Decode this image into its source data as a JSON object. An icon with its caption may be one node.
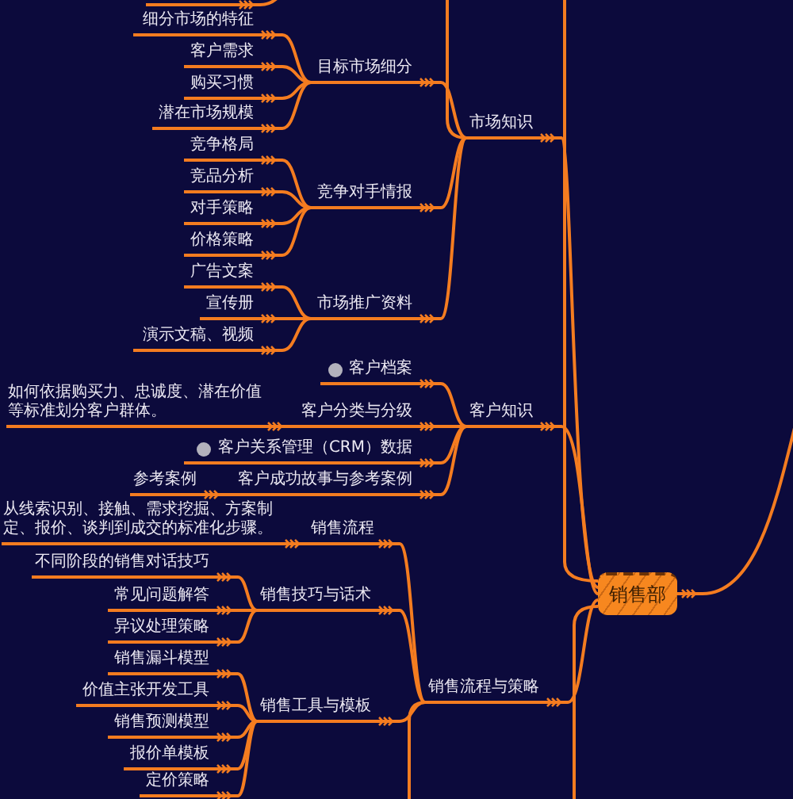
{
  "diagram": {
    "nodes": [
      {
        "text": [],
        "shape": "bar"
      },
      {
        "text": [
          "细分市场的特征"
        ]
      },
      {
        "text": [
          "客户需求"
        ]
      },
      {
        "text": [
          "目标市场细分"
        ]
      },
      {
        "text": [
          "购买习惯"
        ]
      },
      {
        "text": [
          "潜在市场规模"
        ]
      },
      {
        "text": [
          "市场知识"
        ]
      },
      {
        "text": [
          "竞争格局"
        ]
      },
      {
        "text": [
          "竞品分析"
        ]
      },
      {
        "text": [
          "竞争对手情报"
        ]
      },
      {
        "text": [
          "对手策略"
        ]
      },
      {
        "text": [
          "价格策略"
        ]
      },
      {
        "text": [
          "广告文案"
        ]
      },
      {
        "text": [
          "宣传册"
        ]
      },
      {
        "text": [
          "市场推广资料"
        ]
      },
      {
        "text": [
          "演示文稿、视频"
        ]
      },
      {
        "text": [
          "客户档案"
        ]
      },
      {
        "text": [
          "如何依据购买力、忠诚度、潜在价值等标准划分客户群体。"
        ]
      },
      {
        "text": [
          "客户分类与分级"
        ]
      },
      {
        "text": [
          "客户知识"
        ]
      },
      {
        "text": [
          "客户关系管理（CRM）数据"
        ]
      },
      {
        "text": [
          "参考案例"
        ]
      },
      {
        "text": [
          "客户成功故事与参考案例"
        ]
      },
      {
        "text": [
          "从线索识别、接触、需求挖掘、方案制定、报价、谈判到成交的标准化步骤。"
        ]
      },
      {
        "text": [
          "销售流程"
        ]
      },
      {
        "text": [
          "不同阶段的销售对话技巧"
        ]
      },
      {
        "text": [
          "常见问题解答"
        ]
      },
      {
        "text": [
          "销售技巧与话术"
        ]
      },
      {
        "text": [
          "销售部"
        ]
      },
      {
        "text": [
          "异议处理策略"
        ]
      },
      {
        "text": [
          "销售漏斗模型"
        ]
      },
      {
        "text": [
          "价值主张开发工具"
        ]
      },
      {
        "text": [
          "销售流程与策略"
        ]
      },
      {
        "text": [
          "销售工具与模板"
        ]
      },
      {
        "text": [
          "销售预测模型"
        ]
      },
      {
        "text": [
          "报价单模板"
        ]
      },
      {
        "text": [
          "定价策略"
        ]
      }
    ],
    "edges": [
      {
        "from": null,
        "to": 0,
        "arrow": "other"
      },
      {
        "from": 3,
        "to": 1,
        "arrow": "other"
      },
      {
        "from": 3,
        "to": 2,
        "arrow": "other"
      },
      {
        "from": 3,
        "to": 4,
        "arrow": "other"
      },
      {
        "from": 3,
        "to": 5,
        "arrow": "other"
      },
      {
        "from": 6,
        "to": null,
        "arrow": "none"
      },
      {
        "from": 6,
        "to": 3,
        "arrow": "other"
      },
      {
        "from": 6,
        "to": 9,
        "arrow": "other"
      },
      {
        "from": 6,
        "to": 14,
        "arrow": "other"
      },
      {
        "from": 9,
        "to": 7,
        "arrow": "other"
      },
      {
        "from": 9,
        "to": 8,
        "arrow": "other"
      },
      {
        "from": 9,
        "to": 10,
        "arrow": "other"
      },
      {
        "from": 9,
        "to": 11,
        "arrow": "other"
      },
      {
        "from": 14,
        "to": 12,
        "arrow": "other"
      },
      {
        "from": 14,
        "to": 13,
        "arrow": "other"
      },
      {
        "from": 14,
        "to": 15,
        "arrow": "other"
      },
      {
        "from": 28,
        "to": null,
        "arrow": "none"
      },
      {
        "from": 28,
        "to": 6,
        "arrow": "other"
      },
      {
        "from": 19,
        "to": 16,
        "arrow": "other"
      },
      {
        "from": 19,
        "to": 18,
        "arrow": "other"
      },
      {
        "from": 19,
        "to": 20,
        "arrow": "other"
      },
      {
        "from": 19,
        "to": 22,
        "arrow": "other"
      },
      {
        "from": 18,
        "to": 17,
        "arrow": "other"
      },
      {
        "from": 22,
        "to": 21,
        "arrow": "other"
      },
      {
        "from": 28,
        "to": 19,
        "arrow": "other"
      },
      {
        "from": 32,
        "to": 24,
        "arrow": "other"
      },
      {
        "from": 24,
        "to": 23,
        "arrow": "other"
      },
      {
        "from": 32,
        "to": 27,
        "arrow": "other"
      },
      {
        "from": 27,
        "to": 25,
        "arrow": "other"
      },
      {
        "from": 27,
        "to": 26,
        "arrow": "other"
      },
      {
        "from": 27,
        "to": 29,
        "arrow": "other"
      },
      {
        "from": 32,
        "to": 33,
        "arrow": "other"
      },
      {
        "from": 33,
        "to": 30,
        "arrow": "other"
      },
      {
        "from": 33,
        "to": 31,
        "arrow": "other"
      },
      {
        "from": 33,
        "to": 34,
        "arrow": "other"
      },
      {
        "from": 33,
        "to": 35,
        "arrow": "other"
      },
      {
        "from": 33,
        "to": 36,
        "arrow": "other"
      },
      {
        "from": 32,
        "to": null,
        "arrow": "none"
      },
      {
        "from": 28,
        "to": 32,
        "arrow": "other"
      },
      {
        "from": 28,
        "to": null,
        "arrow": "none"
      },
      {
        "from": null,
        "to": 28,
        "arrow": "other"
      }
    ]
  }
}
